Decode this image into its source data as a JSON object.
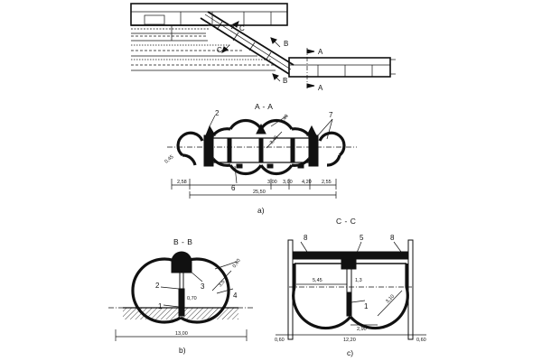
{
  "profile": {
    "section_marks": [
      "A",
      "A",
      "B",
      "B",
      "C",
      "C"
    ]
  },
  "section_aa": {
    "title": "A - A",
    "caption": "a)",
    "callouts": [
      "2",
      "7",
      "6"
    ],
    "dims": {
      "wall": "0,40",
      "radius": "3,45",
      "left_offset": "0,45",
      "d1": "2,58",
      "d2": "3,00",
      "d3": "3,00",
      "d4": "4,20",
      "d5": "2,55",
      "total": "25,50"
    }
  },
  "section_bb": {
    "title": "B - B",
    "caption": "b)",
    "callouts": [
      "2",
      "3",
      "4",
      "1"
    ],
    "dims": {
      "wall": "0,40",
      "radius": "3,5",
      "column": "0,70",
      "total": "13,00"
    }
  },
  "section_cc": {
    "title": "C - C",
    "caption": "c)",
    "callouts": [
      "8",
      "5",
      "8",
      "1"
    ],
    "dims": {
      "span": "5,45",
      "column": "1,3",
      "radius": "3,10",
      "inner": "2,90",
      "left": "0,60",
      "total": "12,20",
      "right": "0,60"
    }
  }
}
